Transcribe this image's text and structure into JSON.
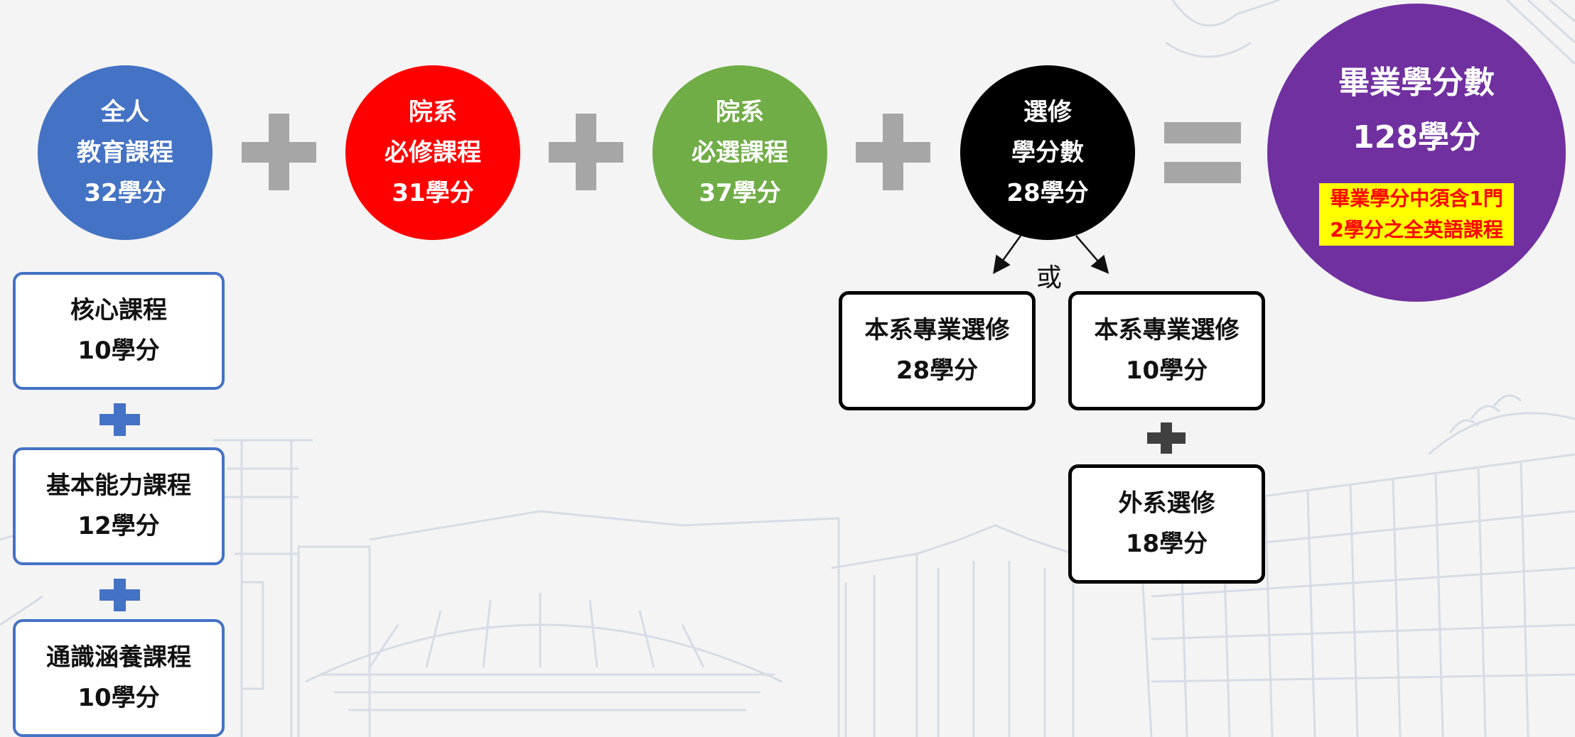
{
  "circles": {
    "general": {
      "line1": "全人",
      "line2": "教育課程",
      "line3": "32學分",
      "color": "#4472c4"
    },
    "required": {
      "line1": "院系",
      "line2": "必修課程",
      "line3": "31學分",
      "color": "#ff0000"
    },
    "selected": {
      "line1": "院系",
      "line2": "必選課程",
      "line3": "37學分",
      "color": "#70ad47"
    },
    "elective": {
      "line1": "選修",
      "line2": "學分數",
      "line3": "28學分",
      "color": "#000000"
    }
  },
  "graduation": {
    "title": "畢業學分數",
    "credits": "128學分",
    "note_line1": "畢業學分中須含1門",
    "note_line2": "2學分之全英語課程",
    "color": "#7030a0"
  },
  "general_breakdown": [
    {
      "name": "核心課程",
      "credits": "10學分"
    },
    {
      "name": "基本能力課程",
      "credits": "12學分"
    },
    {
      "name": "通識涵養課程",
      "credits": "10學分"
    }
  ],
  "elective_options": {
    "or_label": "或",
    "option_a": {
      "name": "本系專業選修",
      "credits": "28學分"
    },
    "option_b": {
      "name": "本系專業選修",
      "credits": "10學分"
    },
    "option_b_extra": {
      "name": "外系選修",
      "credits": "18學分"
    }
  }
}
